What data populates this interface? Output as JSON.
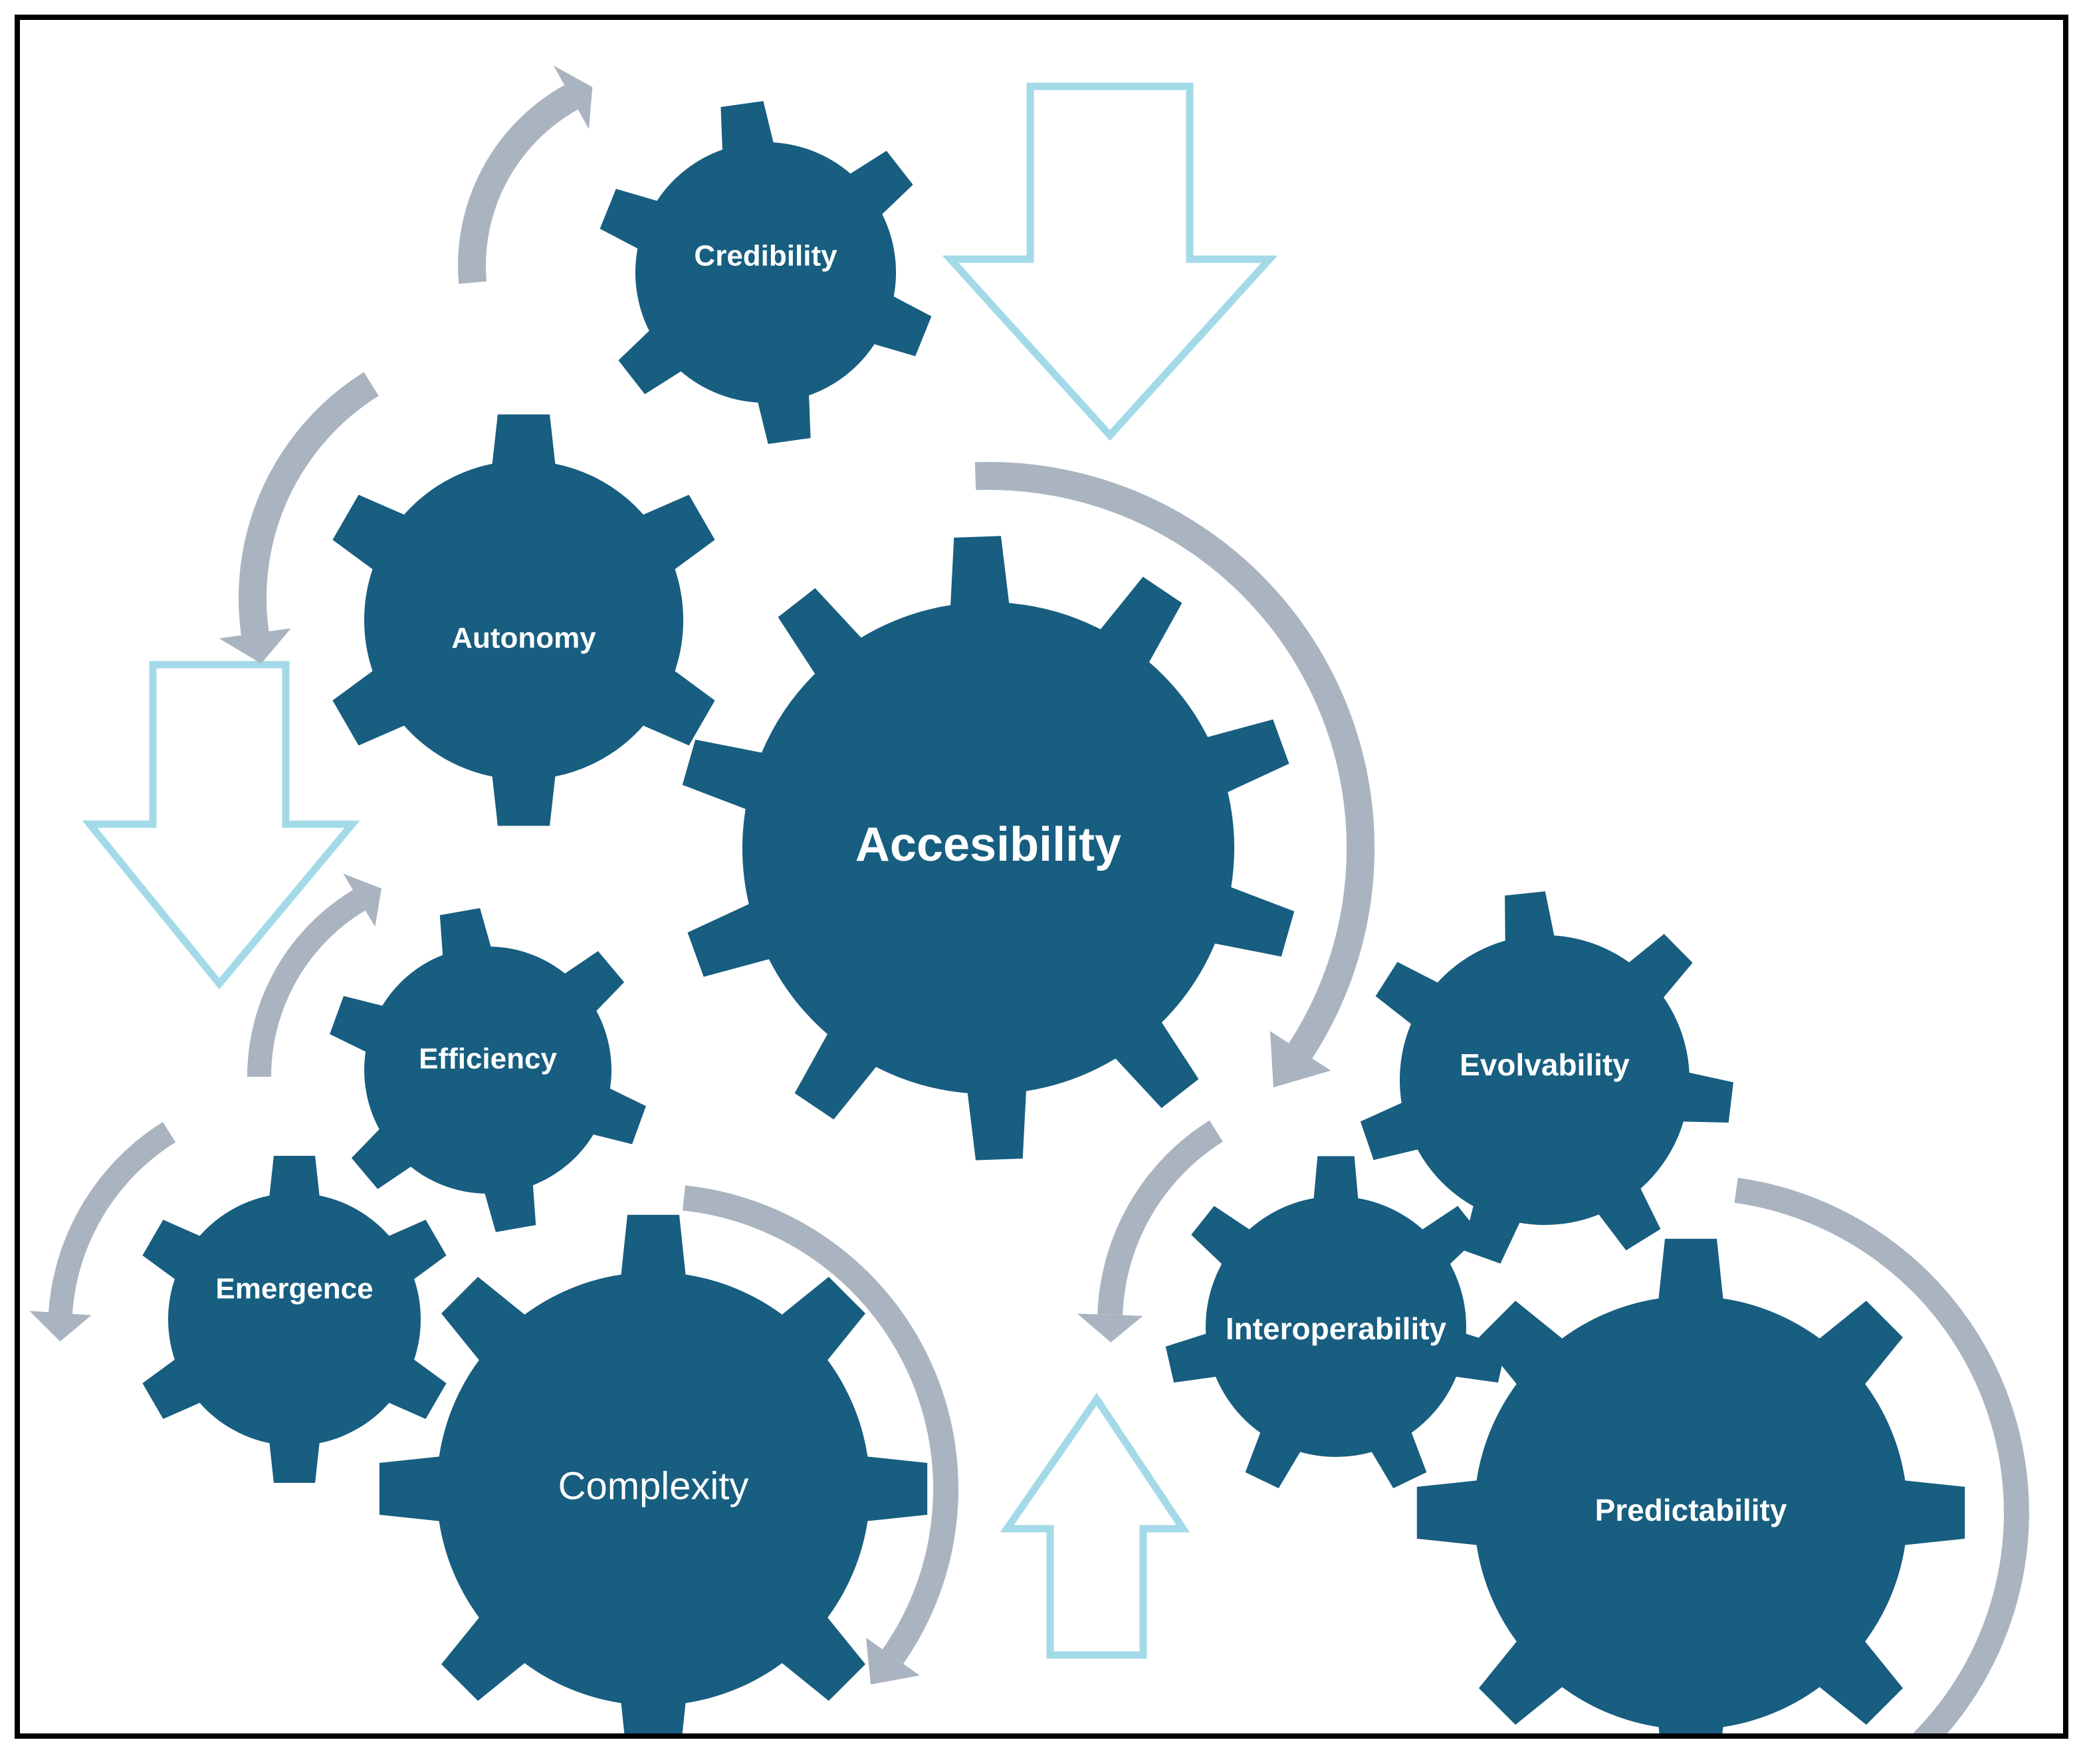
{
  "diagram": {
    "gears": [
      {
        "id": "credibility",
        "label": "Credibility"
      },
      {
        "id": "autonomy",
        "label": "Autonomy"
      },
      {
        "id": "accesibility",
        "label": "Accesibility"
      },
      {
        "id": "efficiency",
        "label": "Efficiency"
      },
      {
        "id": "emergence",
        "label": "Emergence"
      },
      {
        "id": "complexity",
        "label": "Complexity"
      },
      {
        "id": "evolvability",
        "label": "Evolvability"
      },
      {
        "id": "interoperability",
        "label": "Interoperability"
      },
      {
        "id": "predictability",
        "label": "Predictability"
      }
    ]
  },
  "colors": {
    "gear_fill": "#175e80",
    "cycle_arrow": "#aab4c0",
    "flow_arrow_outline": "#a3dae8",
    "border": "#000000",
    "label": "#ffffff"
  }
}
